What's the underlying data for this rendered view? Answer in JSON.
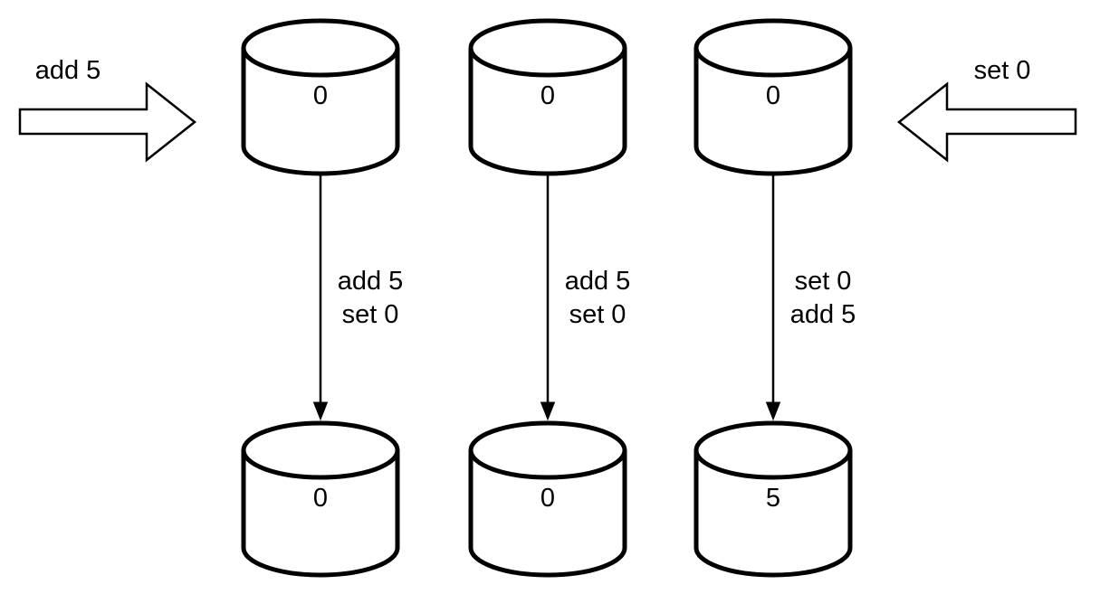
{
  "diagram": {
    "description": "replicated-database-operation-ordering",
    "colors": {
      "background": "#ffffff",
      "stroke": "#000000",
      "shape_fill": "#ffffff"
    },
    "incoming": {
      "left_label": "add 5",
      "right_label": "set 0"
    },
    "replicas": [
      {
        "initial_value": "0",
        "op1": "add 5",
        "op2": "set 0",
        "final_value": "0"
      },
      {
        "initial_value": "0",
        "op1": "add 5",
        "op2": "set 0",
        "final_value": "0"
      },
      {
        "initial_value": "0",
        "op1": "set 0",
        "op2": "add 5",
        "final_value": "5"
      }
    ]
  }
}
